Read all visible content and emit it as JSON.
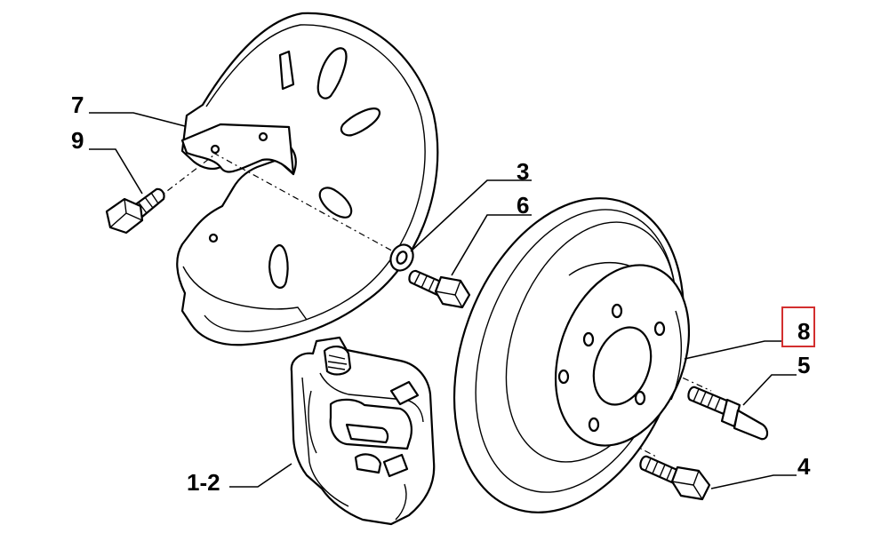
{
  "callouts": [
    {
      "id": "7",
      "label": "7"
    },
    {
      "id": "9",
      "label": "9"
    },
    {
      "id": "3",
      "label": "3"
    },
    {
      "id": "6",
      "label": "6"
    },
    {
      "id": "8",
      "label": "8"
    },
    {
      "id": "5",
      "label": "5"
    },
    {
      "id": "4",
      "label": "4"
    },
    {
      "id": "1-2",
      "label": "1-2"
    }
  ],
  "highlight": {
    "callout": "8",
    "color": "#d32f2f"
  },
  "parts": {
    "7": "brake-shield-plate",
    "9": "shield-bolt",
    "3": "washer",
    "6": "caliper-bolt",
    "8": "brake-disc",
    "5": "wheel-stud",
    "4": "disc-bolt",
    "1-2": "brake-caliper"
  }
}
